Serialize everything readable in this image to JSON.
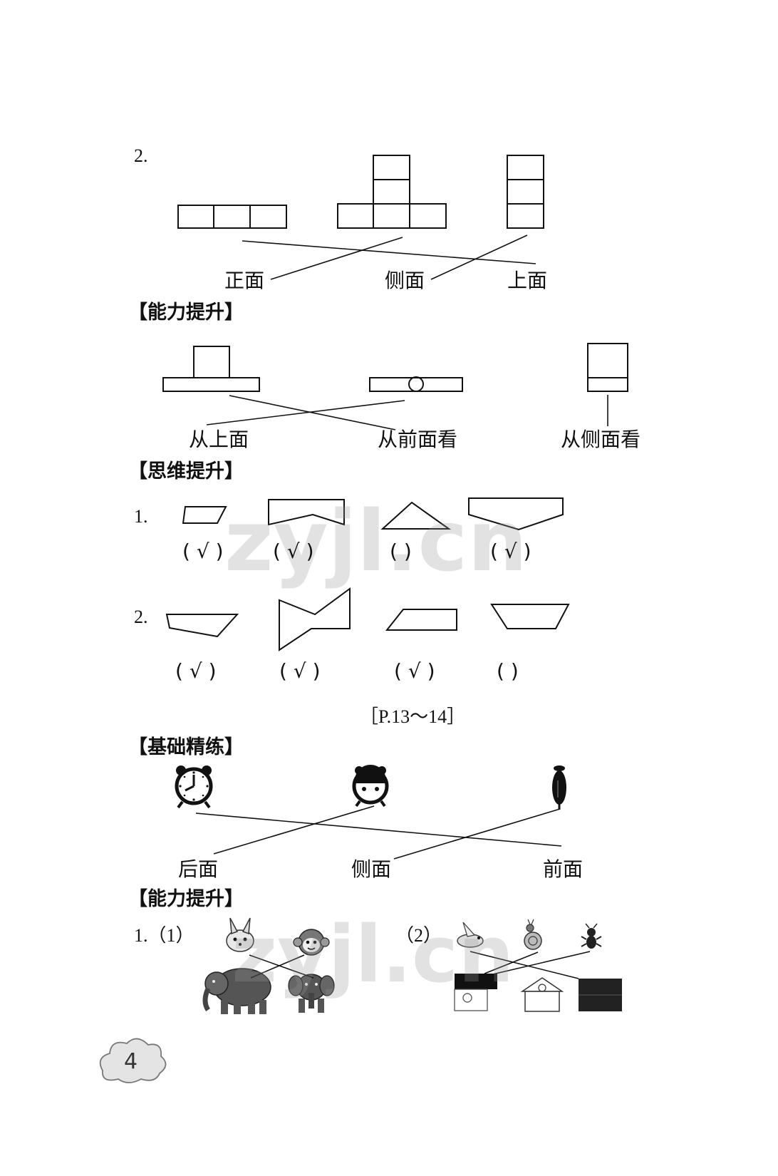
{
  "part_a": {
    "q_number": "2.",
    "labels": [
      "正面",
      "侧面",
      "上面"
    ]
  },
  "ability_1": {
    "heading": "【能力提升】",
    "labels": [
      "从上面",
      "从前面看",
      "从侧面看"
    ]
  },
  "thinking": {
    "heading": "【思维提升】",
    "q1_number": "1.",
    "q1_answers": [
      "( √ )",
      "( √ )",
      "(       )",
      "( √ )"
    ],
    "q2_number": "2.",
    "q2_answers": [
      "( √ )",
      "( √ )",
      "( √ )",
      "(       )"
    ]
  },
  "page_ref": "［P.13～14］",
  "basics": {
    "heading": "【基础精练】",
    "labels": [
      "后面",
      "侧面",
      "前面"
    ]
  },
  "ability_2": {
    "heading": "【能力提升】",
    "q1_label": "1.（1）",
    "q2_label": "（2）"
  },
  "watermark": "zyjl.cn",
  "page_number": "4"
}
